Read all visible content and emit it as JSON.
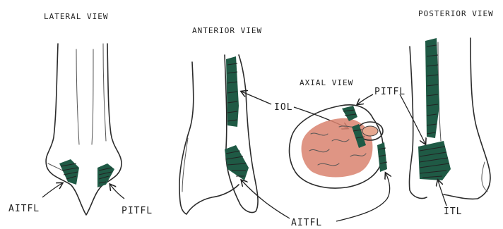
{
  "diagram": {
    "views": {
      "lateral": "LATERAL VIEW",
      "anterior": "ANTERIOR VIEW",
      "axial": "AXIAL VIEW",
      "posterior": "POSTERIOR VIEW"
    },
    "labels": {
      "aitfl_lateral": "AITFL",
      "pitfl_lateral": "PITFL",
      "iol": "IOL",
      "pitfl_axial": "PITFL",
      "aitfl_bottom": "AITFL",
      "itl": "ITL"
    },
    "colors": {
      "ligament": "#1f5a45",
      "bone_marrow": "#d9826e"
    }
  }
}
